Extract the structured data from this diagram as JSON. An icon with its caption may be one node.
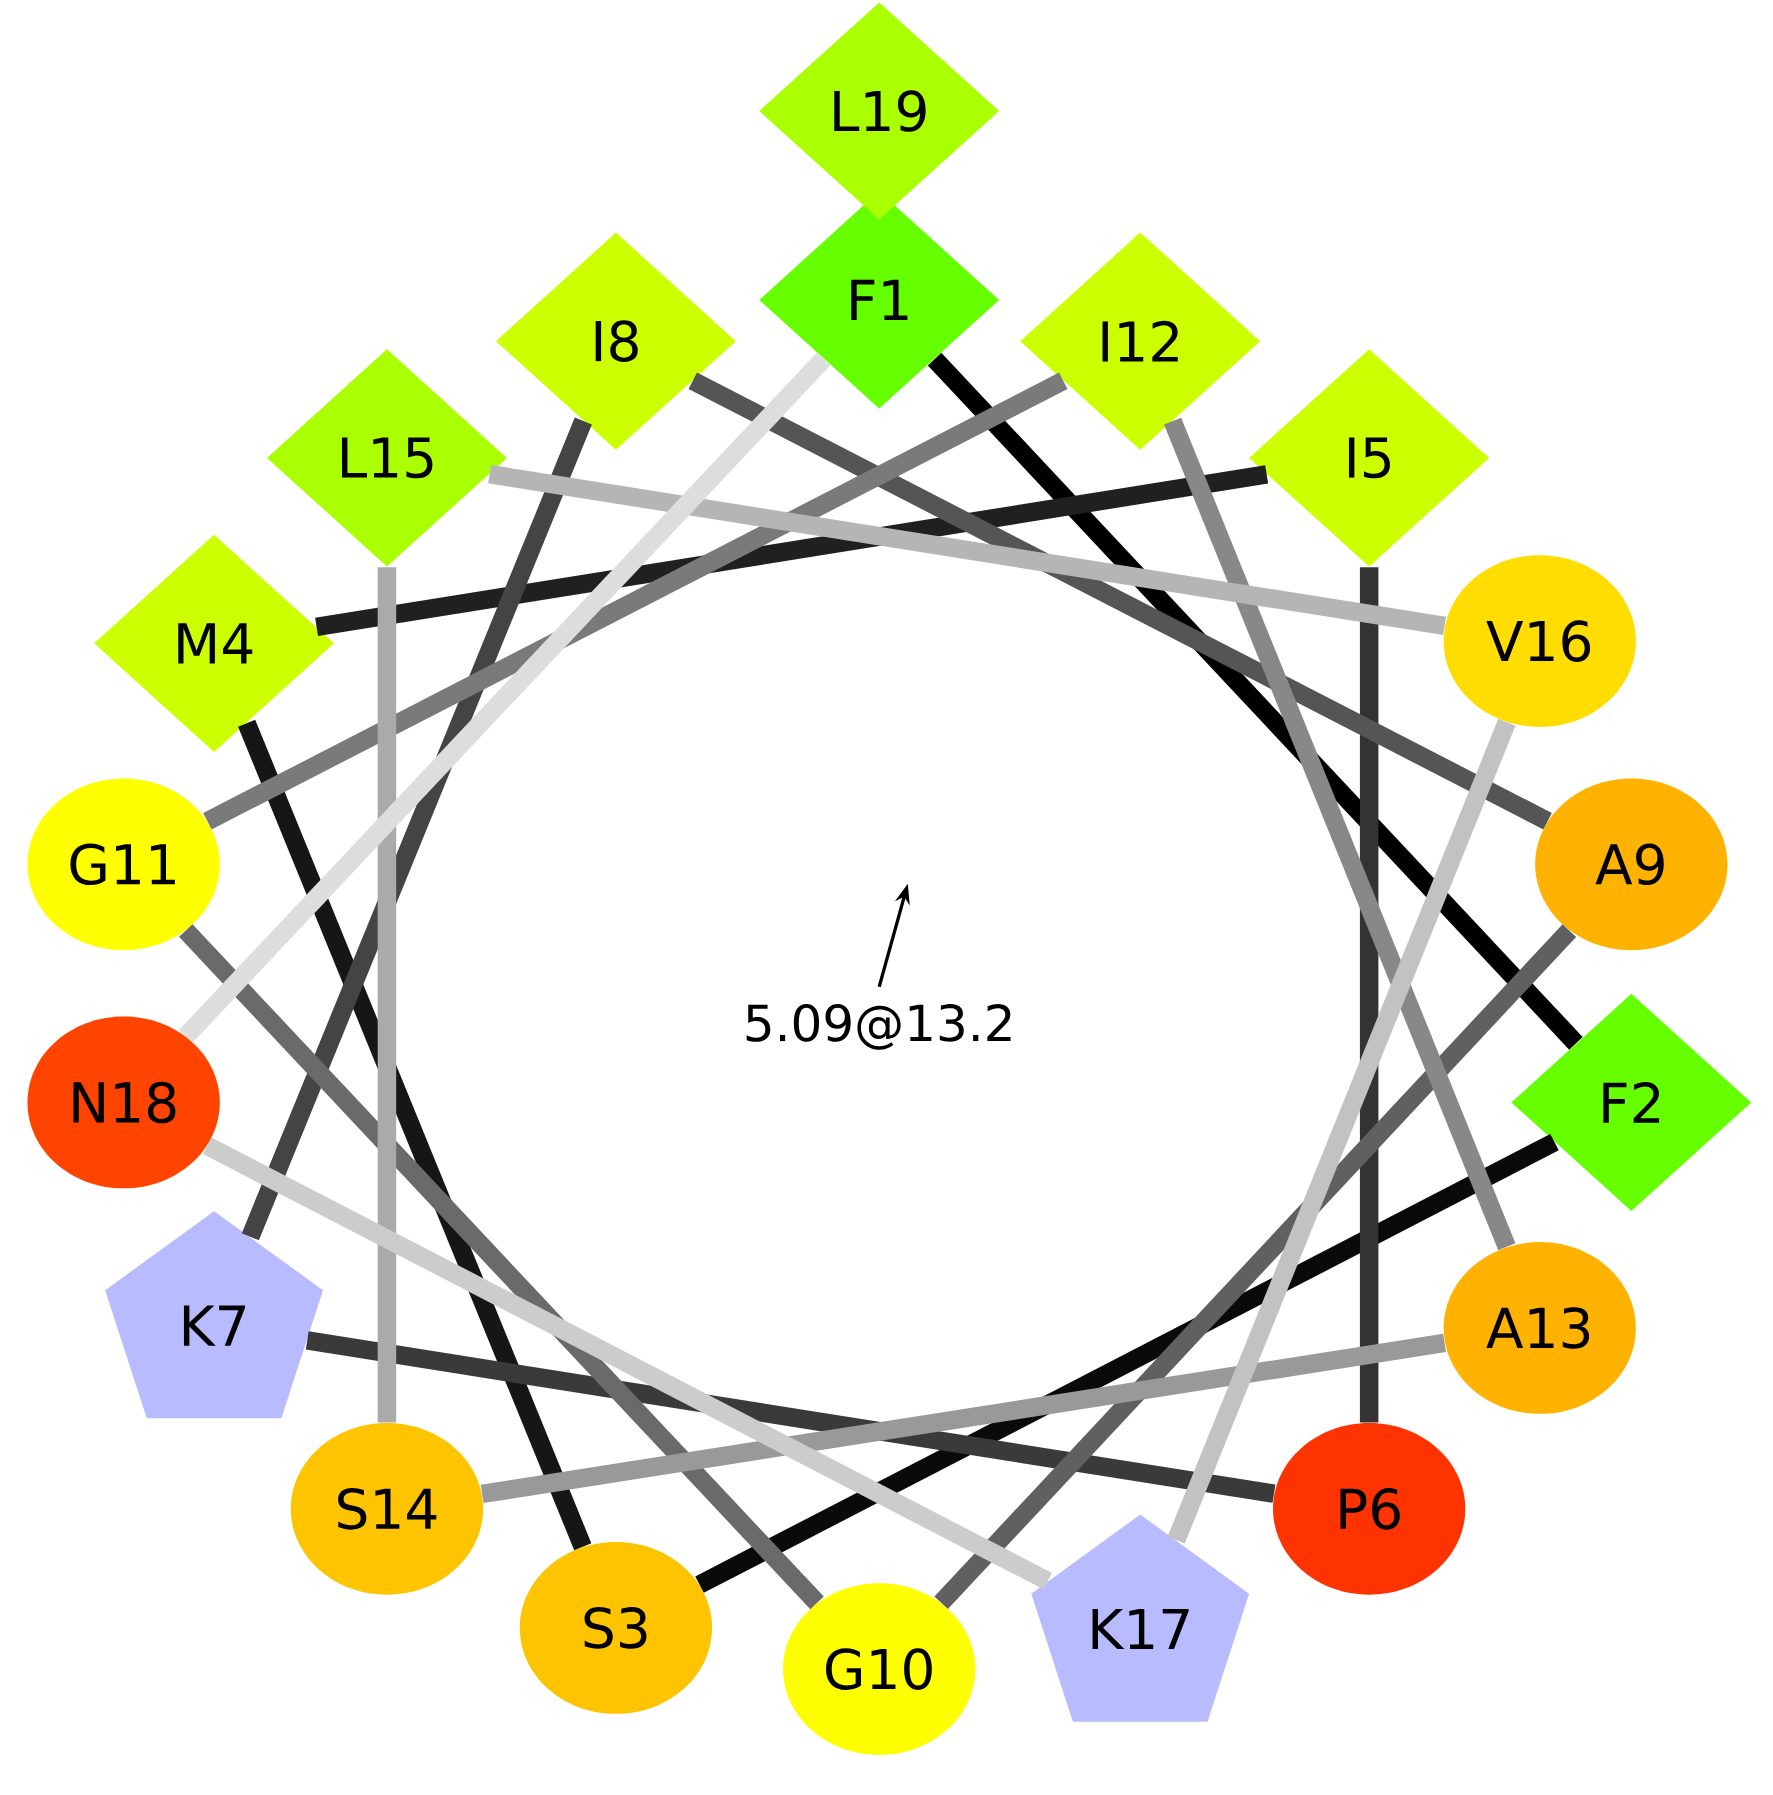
{
  "diagram": {
    "nodes": [
      {
        "text": [
          "F1"
        ]
      },
      {
        "text": [
          "F2"
        ]
      },
      {
        "text": [
          "S3"
        ]
      },
      {
        "text": [
          "M4"
        ]
      },
      {
        "text": [
          "I5"
        ]
      },
      {
        "text": [
          "P6"
        ]
      },
      {
        "text": [
          "K7"
        ]
      },
      {
        "text": [
          "I8"
        ]
      },
      {
        "text": [
          "A9"
        ]
      },
      {
        "text": [
          "G10"
        ]
      },
      {
        "text": [
          "G11"
        ]
      },
      {
        "text": [
          "I12"
        ]
      },
      {
        "text": [
          "A13"
        ]
      },
      {
        "text": [
          "S14"
        ]
      },
      {
        "text": [
          "L15"
        ]
      },
      {
        "text": [
          "V16"
        ]
      },
      {
        "text": [
          "K17"
        ]
      },
      {
        "text": [
          "N18"
        ]
      },
      {
        "text": [
          "L19"
        ]
      }
    ],
    "edges": [
      {
        "from": 0,
        "to": 1,
        "arrow": "none",
        "color": "#000000"
      },
      {
        "from": 1,
        "to": 2,
        "arrow": "none",
        "color": "#0a0a0a"
      },
      {
        "from": 2,
        "to": 3,
        "arrow": "none",
        "color": "#161616"
      },
      {
        "from": 3,
        "to": 4,
        "arrow": "none",
        "color": "#202020"
      },
      {
        "from": 4,
        "to": 5,
        "arrow": "none",
        "color": "#333333"
      },
      {
        "from": 5,
        "to": 6,
        "arrow": "none",
        "color": "#3a3a3a"
      },
      {
        "from": 6,
        "to": 7,
        "arrow": "none",
        "color": "#444444"
      },
      {
        "from": 7,
        "to": 8,
        "arrow": "none",
        "color": "#555555"
      },
      {
        "from": 8,
        "to": 9,
        "arrow": "none",
        "color": "#606060"
      },
      {
        "from": 9,
        "to": 10,
        "arrow": "none",
        "color": "#6a6a6a"
      },
      {
        "from": 10,
        "to": 11,
        "arrow": "none",
        "color": "#7a7a7a"
      },
      {
        "from": 11,
        "to": 12,
        "arrow": "none",
        "color": "#888888"
      },
      {
        "from": 12,
        "to": 13,
        "arrow": "none",
        "color": "#999999"
      },
      {
        "from": 13,
        "to": 14,
        "arrow": "none",
        "color": "#aaaaaa"
      },
      {
        "from": 14,
        "to": 15,
        "arrow": "none",
        "color": "#b5b5b5"
      },
      {
        "from": 15,
        "to": 16,
        "arrow": "none",
        "color": "#c2c2c2"
      },
      {
        "from": 16,
        "to": 17,
        "arrow": "none",
        "color": "#cccccc"
      },
      {
        "from": 17,
        "to": 0,
        "arrow": "none",
        "color": "#dddddd"
      }
    ],
    "labels": [
      "5.09@13.2"
    ]
  }
}
